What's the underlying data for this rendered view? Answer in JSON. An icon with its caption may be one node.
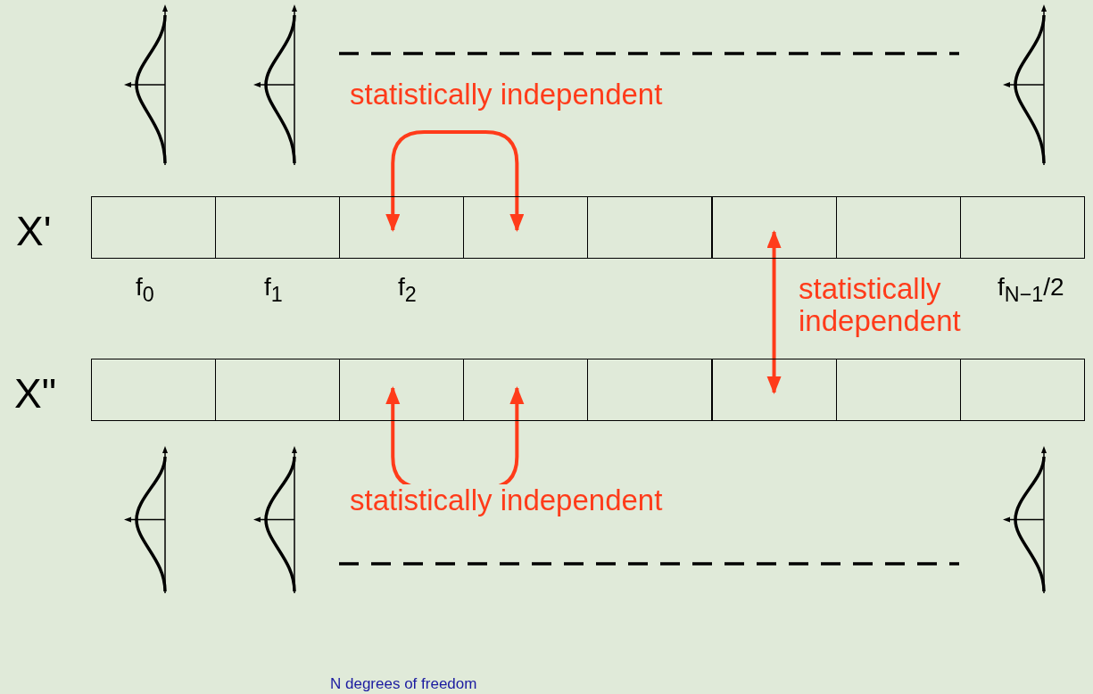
{
  "diagram": {
    "caption": "N degrees of freedom",
    "nodes": [
      {
        "text": [],
        "shape": "box"
      },
      {
        "text": [],
        "shape": "box"
      },
      {
        "text": [],
        "shape": "box"
      },
      {
        "text": [],
        "shape": "box"
      },
      {
        "text": [],
        "shape": "box"
      },
      {
        "text": [],
        "shape": "box"
      },
      {
        "text": [],
        "shape": "box"
      },
      {
        "text": [],
        "shape": "box"
      },
      {
        "text": [],
        "shape": "box"
      },
      {
        "text": [],
        "shape": "box"
      },
      {
        "text": [],
        "shape": "box"
      },
      {
        "text": [],
        "shape": "box"
      },
      {
        "text": [],
        "shape": "box"
      },
      {
        "text": [],
        "shape": "box"
      },
      {
        "text": [],
        "shape": "box"
      },
      {
        "text": [],
        "shape": "box"
      }
    ],
    "edges": [
      {
        "from": 2,
        "to": 3,
        "arrow": "both",
        "label": "statistically independent"
      },
      {
        "from": 5,
        "to": 13,
        "arrow": "both",
        "label": "statistically independent"
      },
      {
        "from": 10,
        "to": 11,
        "arrow": "both",
        "label": "statistically independent"
      }
    ],
    "labels": [
      "X'",
      "f$_{0}$",
      "f$_{1}$",
      "f$_{2}$",
      "f$_{N−1}$/2",
      "X\""
    ]
  }
}
